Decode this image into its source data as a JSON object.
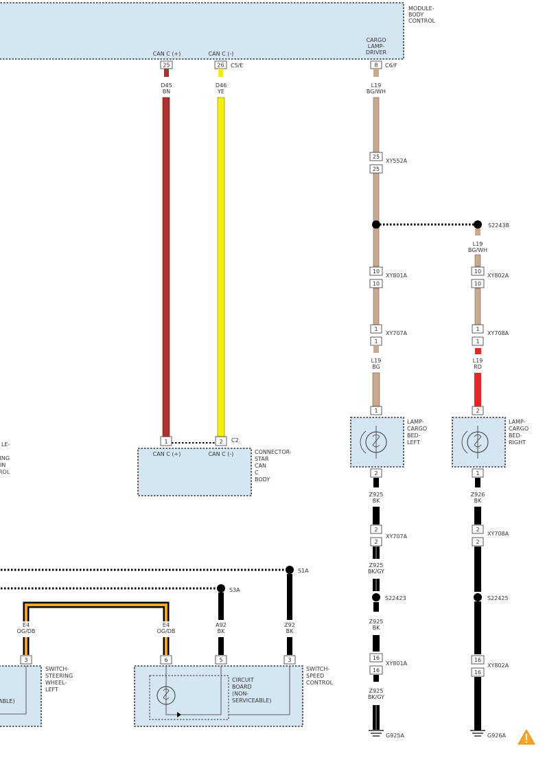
{
  "modules": {
    "body_control": [
      "MODULE-",
      "BODY",
      "CONTROL"
    ],
    "cargo_lamp_driver": [
      "CARGO",
      "LAMP-",
      "DRIVER"
    ],
    "can_c_plus": "CAN C (+)",
    "can_c_minus": "CAN C (-)",
    "connector_star": [
      "CONNECTOR-",
      "STAR",
      "CAN",
      "C",
      "BODY"
    ],
    "partial_left": [
      "LE-",
      "RING",
      "IN",
      "ROL"
    ],
    "lamp_left": [
      "LAMP-",
      "CARGO",
      "BED-",
      "LEFT"
    ],
    "lamp_right": [
      "LAMP-",
      "CARGO",
      "BED-",
      "RIGHT"
    ],
    "switch_steering": [
      "SWITCH-",
      "STEERING",
      "WHEEL-",
      "LEFT"
    ],
    "switch_speed": [
      "SWITCH-",
      "SPEED",
      "CONTROL"
    ],
    "circuit_board": [
      "CIRCUIT",
      "BOARD",
      "(NON-",
      "SERVICEABLE)"
    ],
    "partial_left_bottom": "ABLE)"
  },
  "connectors": {
    "c5e": "C5/E",
    "c6f": "C6/F",
    "c2": "C2",
    "xy552a": "XY552A",
    "xy801a": "XY801A",
    "xy802a": "XY802A",
    "xy707a": "XY707A",
    "xy708a": "XY708A"
  },
  "splices": {
    "s22438": "S22438",
    "s22423": "S22423",
    "s22425": "S22425",
    "s1a": "S1A",
    "s3a": "S3A"
  },
  "grounds": {
    "g925a": "G925A",
    "g926a": "G926A"
  },
  "pins": {
    "p25": "25",
    "p26": "26",
    "p8": "8",
    "p10": "10",
    "p1": "1",
    "p2": "2",
    "p16": "16",
    "p3": "3",
    "p6": "6",
    "p5": "5"
  },
  "wires": {
    "d45": {
      "circuit": "D45",
      "color": "BN"
    },
    "d46": {
      "circuit": "D46",
      "color": "YE"
    },
    "l19_bgwh": {
      "circuit": "L19",
      "color": "BG/WH"
    },
    "l19_bg": {
      "circuit": "L19",
      "color": "BG"
    },
    "l19_rd": {
      "circuit": "L19",
      "color": "RD"
    },
    "z925_bk": {
      "circuit": "Z925",
      "color": "BK"
    },
    "z925_bkgy": {
      "circuit": "Z925",
      "color": "BK/GY"
    },
    "z926_bk": {
      "circuit": "Z926",
      "color": "BK"
    },
    "e4": {
      "circuit": "E4",
      "color": "OG/DB"
    },
    "a92": {
      "circuit": "A92",
      "color": "BK"
    },
    "z92": {
      "circuit": "Z92",
      "color": "BK"
    }
  },
  "colors": {
    "box_fill": "#d5e6f3",
    "brown": "#b0302c",
    "yellow": "#f4ef00",
    "tan": "#c9a98c",
    "red": "#ee2222",
    "orange": "#f5a623",
    "black": "#000000",
    "warning": "#f5a623"
  },
  "icons": {
    "lamp": "lamp-icon",
    "ground": "ground-icon",
    "warning": "warning-icon"
  }
}
